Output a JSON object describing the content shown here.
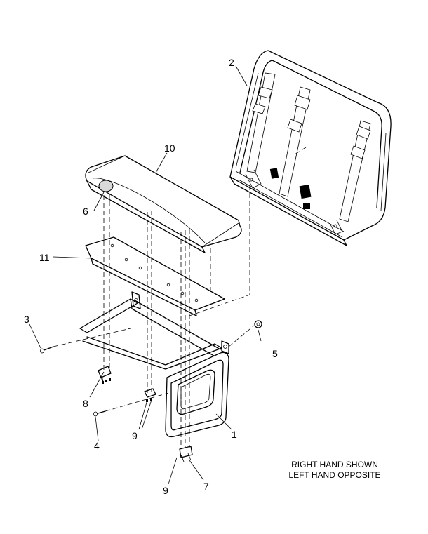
{
  "callouts": {
    "c1": "1",
    "c2": "2",
    "c3": "3",
    "c4": "4",
    "c5": "5",
    "c6": "6",
    "c7": "7",
    "c8": "8",
    "c9a": "9",
    "c9b": "9",
    "c10": "10",
    "c11": "11"
  },
  "note": {
    "line1": "RIGHT HAND SHOWN",
    "line2": "LEFT HAND OPPOSITE"
  }
}
